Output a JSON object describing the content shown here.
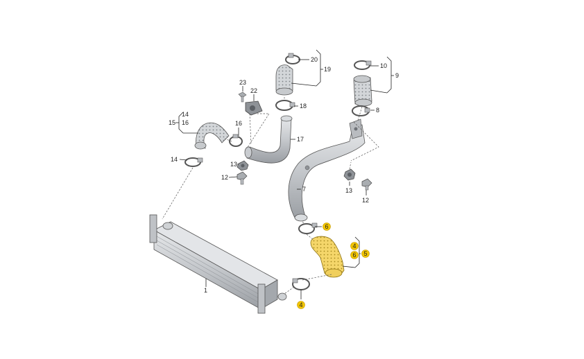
{
  "diagram": {
    "labels": {
      "l1": "1",
      "l4a": "4",
      "l4b": "4",
      "l5": "5",
      "l6a": "6",
      "l6b": "6",
      "l7": "7",
      "l8": "8",
      "l9": "9",
      "l10": "10",
      "l12a": "12",
      "l12b": "12",
      "l13a": "13",
      "l13b": "13",
      "l14a": "14",
      "l14b": "14",
      "l15": "15",
      "l16a": "16",
      "l16b": "16",
      "l17": "17",
      "l18": "18",
      "l19": "19",
      "l20": "20",
      "l22": "22",
      "l23": "23"
    },
    "colors": {
      "highlight": "#f2c500",
      "metal": "#c9ccd0",
      "metal_dark": "#8e9297",
      "hose": "#d5d8db",
      "highlight_part": "#f5d66a"
    }
  }
}
